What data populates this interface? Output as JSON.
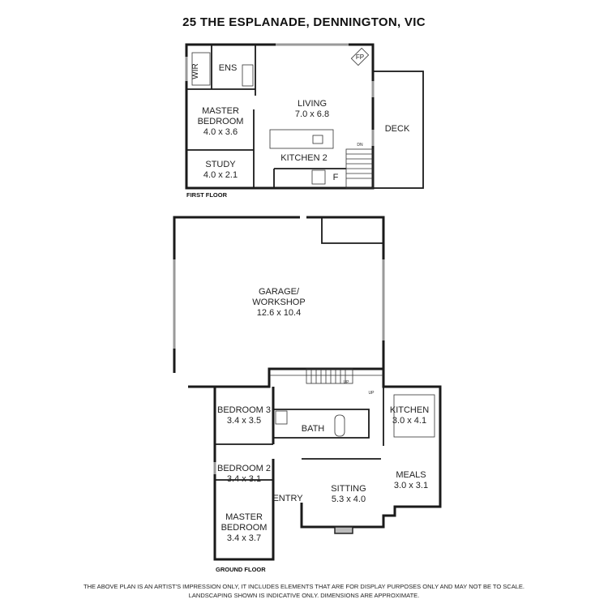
{
  "title": "25 THE ESPLANADE, DENNINGTON, VIC",
  "first_floor": {
    "label": "FIRST FLOOR",
    "rooms": {
      "wir": "WIR",
      "ens": "ENS",
      "fp": "FP",
      "master_name_1": "MASTER",
      "master_name_2": "BEDROOM",
      "master_dim": "4.0 x 3.6",
      "living_name": "LIVING",
      "living_dim": "7.0 x 6.8",
      "deck": "DECK",
      "dn": "DN",
      "kitchen2": "KITCHEN 2",
      "study_name": "STUDY",
      "study_dim": "4.0 x 2.1",
      "fridge": "F"
    }
  },
  "ground_floor": {
    "label": "GROUND FLOOR",
    "rooms": {
      "garage_name_1": "GARAGE/",
      "garage_name_2": "WORKSHOP",
      "garage_dim": "12.6 x 10.4",
      "up1": "UP",
      "up2": "UP",
      "bed3_name": "BEDROOM 3",
      "bed3_dim": "3.4 x 3.5",
      "bath": "BATH",
      "kitchen_name": "KITCHEN",
      "kitchen_dim": "3.0 x 4.1",
      "bed2_name": "BEDROOM 2",
      "bed2_dim": "3.4 x 3.1",
      "meals_name": "MEALS",
      "meals_dim": "3.0 x 3.1",
      "sitting_name": "SITTING",
      "sitting_dim": "5.3 x 4.0",
      "entry": "ENTRY",
      "master_name_1": "MASTER",
      "master_name_2": "BEDROOM",
      "master_dim": "3.4 x 3.7"
    }
  },
  "disclaimer": {
    "line1": "THE ABOVE PLAN IS AN ARTIST'S IMPRESSION ONLY, IT INCLUDES ELEMENTS THAT ARE FOR DISPLAY PURPOSES ONLY AND MAY NOT BE TO SCALE.",
    "line2": "LANDSCAPING SHOWN IS INDICATIVE ONLY. DIMENSIONS ARE APPROXIMATE."
  }
}
